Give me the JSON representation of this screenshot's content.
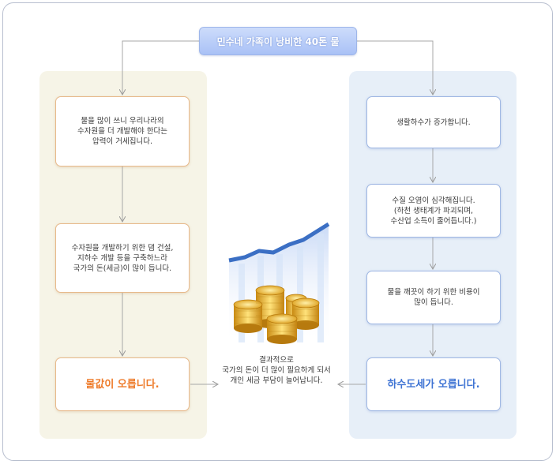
{
  "title": "민수네 가족이 낭비한 40톤 물",
  "left_column": {
    "boxes": [
      "물을 많이 쓰니 우리나라의\n수자원을 더 개발해야 한다는\n압력이 거세집니다.",
      "수자원을 개발하기 위한 댐 건설,\n지하수 개발 등을 구축하느라\n국가의 돈(세금)이 많이 듭니다."
    ],
    "result": "물값이 오릅니다."
  },
  "right_column": {
    "boxes": [
      "생활하수가 증가합니다.",
      "수질 오염이 심각해집니다.\n(하천 생태계가 파괴되며,\n수산업 소득이 줄어듭니다.)",
      "물을 깨끗이 하기 위한 비용이\n많이 듭니다."
    ],
    "result": "하수도세가 오릅니다."
  },
  "conclusion": "결과적으로\n국가의 돈이 더 많이 필요하게 되서\n개인 세금 부담이 늘어납니다.",
  "colors": {
    "left_accent": "#ee7b2a",
    "right_accent": "#3f74d4",
    "left_panel": "#f6f4e7",
    "right_panel": "#e7eff8",
    "title_pill": "#b4c9f7"
  },
  "illustration": "coins-and-rising-bar-chart"
}
